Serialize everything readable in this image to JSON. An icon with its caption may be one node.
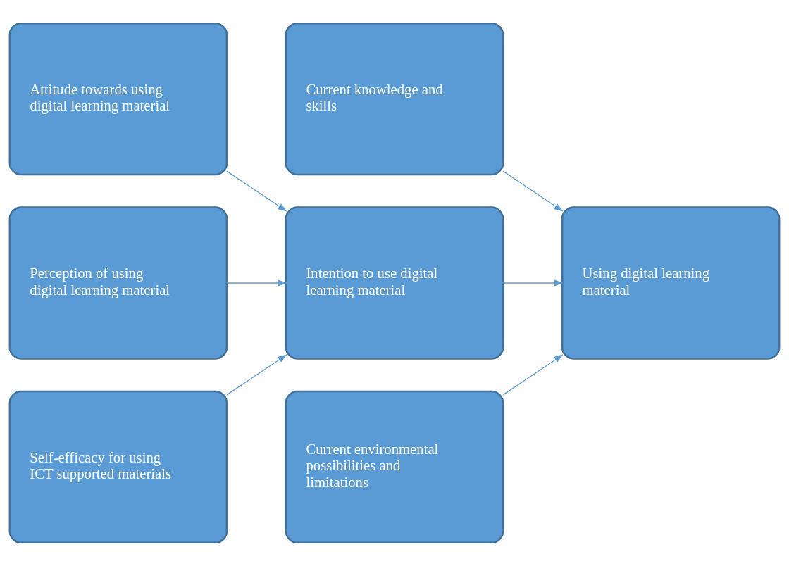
{
  "diagram": {
    "nodes": [
      {
        "text": [
          "Attitude towards using digital learning material"
        ]
      },
      {
        "text": [
          "Current knowledge and skills"
        ]
      },
      {
        "text": [
          "Perception of using digital learning material"
        ]
      },
      {
        "text": [
          "Intention to use digital learning material"
        ]
      },
      {
        "text": [
          "Using digital learning material"
        ]
      },
      {
        "text": [
          "Self-efficacy for using ICT supported materials"
        ]
      },
      {
        "text": [
          "Current environmental possibilities and limitations"
        ]
      }
    ],
    "edges": [
      {
        "from": 0,
        "to": 3,
        "arrow": "to"
      },
      {
        "from": 1,
        "to": 4,
        "arrow": "to"
      },
      {
        "from": 2,
        "to": 3,
        "arrow": "to"
      },
      {
        "from": 3,
        "to": 4,
        "arrow": "to"
      },
      {
        "from": 5,
        "to": 3,
        "arrow": "to"
      },
      {
        "from": 6,
        "to": 4,
        "arrow": "to"
      }
    ]
  }
}
